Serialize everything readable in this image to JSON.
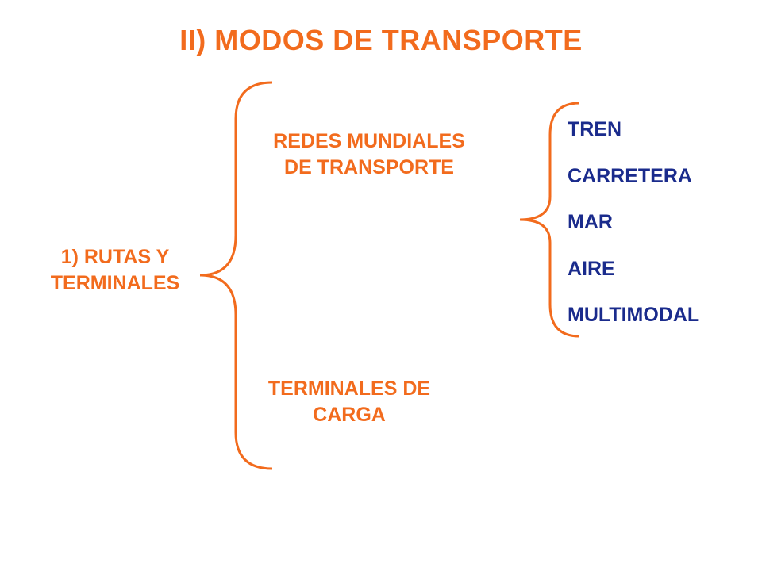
{
  "slide": {
    "title": "II) MODOS DE TRANSPORTE",
    "root": {
      "line1": "1) RUTAS Y",
      "line2": "TERMINALES"
    },
    "branches": [
      {
        "line1": "REDES MUNDIALES",
        "line2": "DE TRANSPORTE"
      },
      {
        "line1": "TERMINALES DE",
        "line2": "CARGA"
      }
    ],
    "modes": [
      "TREN",
      "CARRETERA",
      "MAR",
      "AIRE",
      "MULTIMODAL"
    ]
  },
  "colors": {
    "accent": "#F26B1D",
    "modes_text": "#1A2B8C",
    "background": "#FFFFFF"
  }
}
